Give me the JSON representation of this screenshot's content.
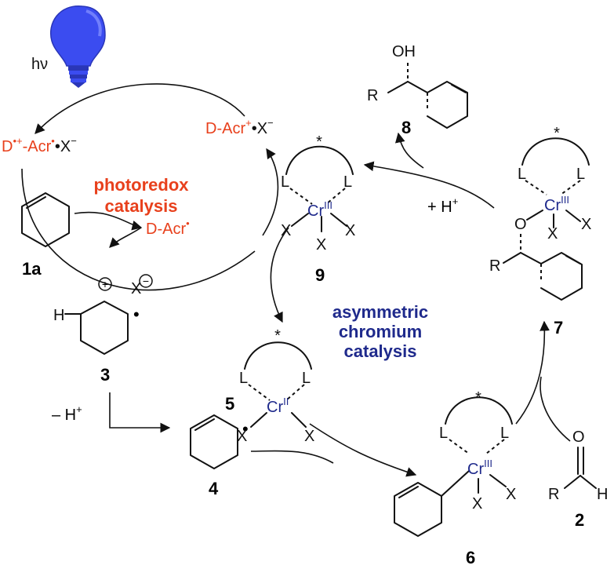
{
  "colors": {
    "photoredox": "#e8401c",
    "chromium": "#1f2a8c",
    "bulb": "#3b4cf0",
    "text": "#111111"
  },
  "light": {
    "hv": "hν",
    "icon": "light-bulb-icon"
  },
  "cycles": {
    "photoredox": {
      "line1": "photoredox",
      "line2": "catalysis"
    },
    "chromium": {
      "line1": "asymmetric",
      "line2": "chromium",
      "line3": "catalysis"
    }
  },
  "species": {
    "donor_pair": {
      "d": "D",
      "d_sup": "•+",
      "acr": "-Acr",
      "acr_sup": "•",
      "x": "•X",
      "x_sup": "−"
    },
    "acridinium": {
      "text": "D-Acr",
      "sup": "+",
      "x": "•X",
      "x_sup": "−"
    },
    "acr_radical": {
      "text": "D-Acr",
      "sup": "•"
    }
  },
  "reagents": {
    "minus_h": "– H",
    "minus_h_sup": "+",
    "plus_h": "+ H",
    "plus_h_sup": "+"
  },
  "atoms": {
    "L": "L",
    "X": "X",
    "Cr": "Cr",
    "Cr_III": "III",
    "Cr_II": "II",
    "H": "H",
    "R": "R",
    "O": "O",
    "OH": "OH",
    "star": "*",
    "plus_charge": "+",
    "minus_charge": "−",
    "radical_dot": "•"
  },
  "compounds": {
    "c1a": "1a",
    "c2": "2",
    "c3": "3",
    "c4": "4",
    "c5": "5",
    "c6": "6",
    "c7": "7",
    "c8": "8",
    "c9": "9"
  }
}
